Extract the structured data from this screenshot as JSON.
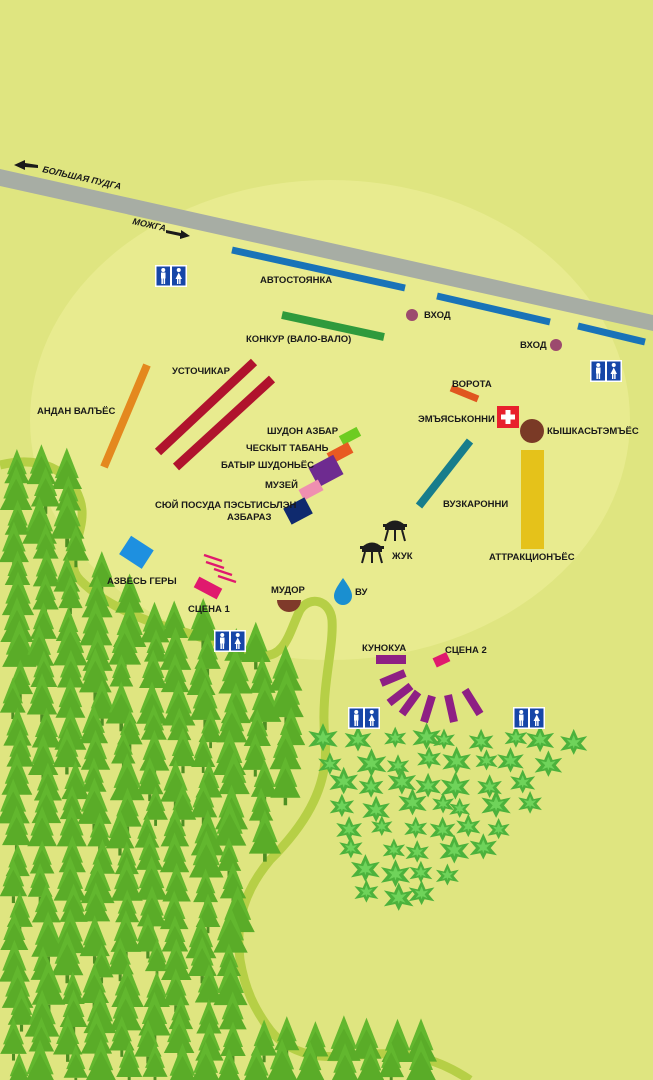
{
  "map": {
    "roads": {
      "big_pudga": "БОЛЬШАЯ ПУДГА",
      "mozhga": "МОЖГА"
    },
    "labels": {
      "parking": "АВТОСТОЯНКА",
      "entrance_1": "ВХОД",
      "entrance_2": "ВХОД",
      "konkur": "КОНКУР (ВАЛО-ВАЛО)",
      "ustochikar": "УСТОЧИКАР",
      "andan": "АНДАН ВАЛЪЁС",
      "gate": "ВОРОТА",
      "first_aid": "ЭМЪЯСЬКОННИ",
      "kyshka": "КЫШКАСЬТЭМЪЁС",
      "shudon_azbar": "ШУДОН АЗБАР",
      "cheskyt": "ЧЕСКЫТ ТАБАНЬ",
      "batyr": "БАТЫР ШУДОНЬЁС",
      "museum": "МУЗЕЙ",
      "dishes_line1": "СЮЙ ПОСУДА ПЭСЬТИСЬЛЭН",
      "dishes_line2": "АЗБАРАЗ",
      "vuzkaronni": "ВУЗКАРОННИ",
      "attractions": "АТТРАКЦИОНЪЁС",
      "zhuk": "ЖУК",
      "azves": "АЗВЕСЬ ГЕРЫ",
      "stage1": "СЦЕНА 1",
      "mudor": "МУДОР",
      "vu": "ВУ",
      "kunokua": "КУНОКУА",
      "stage2": "СЦЕНА 2"
    },
    "colors": {
      "background": "#dfe580",
      "road": "#a7ada4",
      "parking": "#1973b8",
      "konkur": "#2f9a3c",
      "ustochikar": "#b0132d",
      "andan": "#e4881e",
      "gate": "#e0561f",
      "first_aid": "#e8202c",
      "kyshka": "#7a3a26",
      "shudon_azbar": "#6dcc22",
      "cheskyt": "#e85a22",
      "batyr": "#6e2b90",
      "museum": "#ef8fb0",
      "dishes": "#0f2a6e",
      "vuzkaronni": "#177d8c",
      "attractions": "#e5c21a",
      "azves": "#1e90e0",
      "stage": "#e0196e",
      "kunokua": "#8e1f84",
      "mudor": "#7f3a2a",
      "vu": "#1a8fd0",
      "entrance": "#9c4a6e",
      "forest": "#62b72e",
      "path": "#b6cf46",
      "wc": "#1646a8"
    },
    "icons": [
      "arrow-left-icon",
      "arrow-right-icon",
      "wc-icon",
      "first-aid-cross-icon",
      "kettle-icon",
      "water-drop-icon",
      "tree-icon",
      "bush-icon"
    ]
  }
}
